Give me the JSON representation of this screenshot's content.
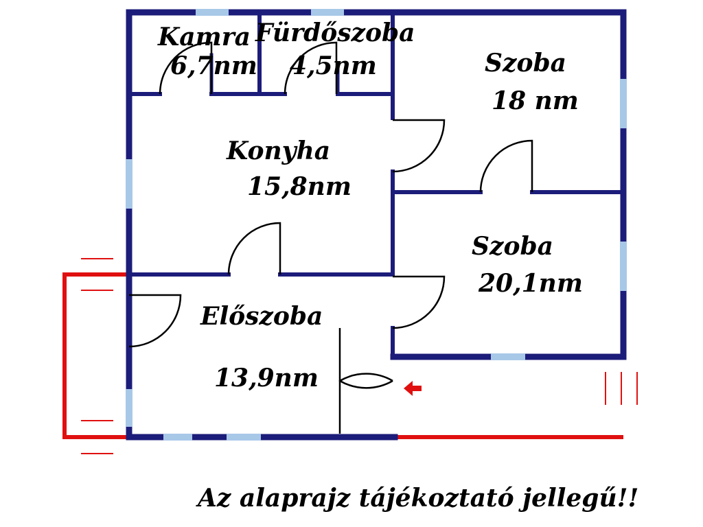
{
  "rooms": {
    "kamra": {
      "name": "Kamra",
      "area": "6,7nm"
    },
    "furdoszoba": {
      "name": "Fürdőszoba",
      "area": "4,5nm"
    },
    "szoba1": {
      "name": "Szoba",
      "area": "18 nm"
    },
    "konyha": {
      "name": "Konyha",
      "area": "15,8nm"
    },
    "szoba2": {
      "name": "Szoba",
      "area": "20,1nm"
    },
    "eloszoba": {
      "name": "Előszoba",
      "area": "13,9nm"
    }
  },
  "disclaimer": "Az alaprajz tájékoztató jellegű!!",
  "colors": {
    "wall": "#1c1c7a",
    "window": "#a8c8e8",
    "exterior": "#e01010",
    "door": "#000000",
    "background": "#ffffff"
  },
  "icons": {
    "entrance": "red-arrow-left-icon"
  }
}
